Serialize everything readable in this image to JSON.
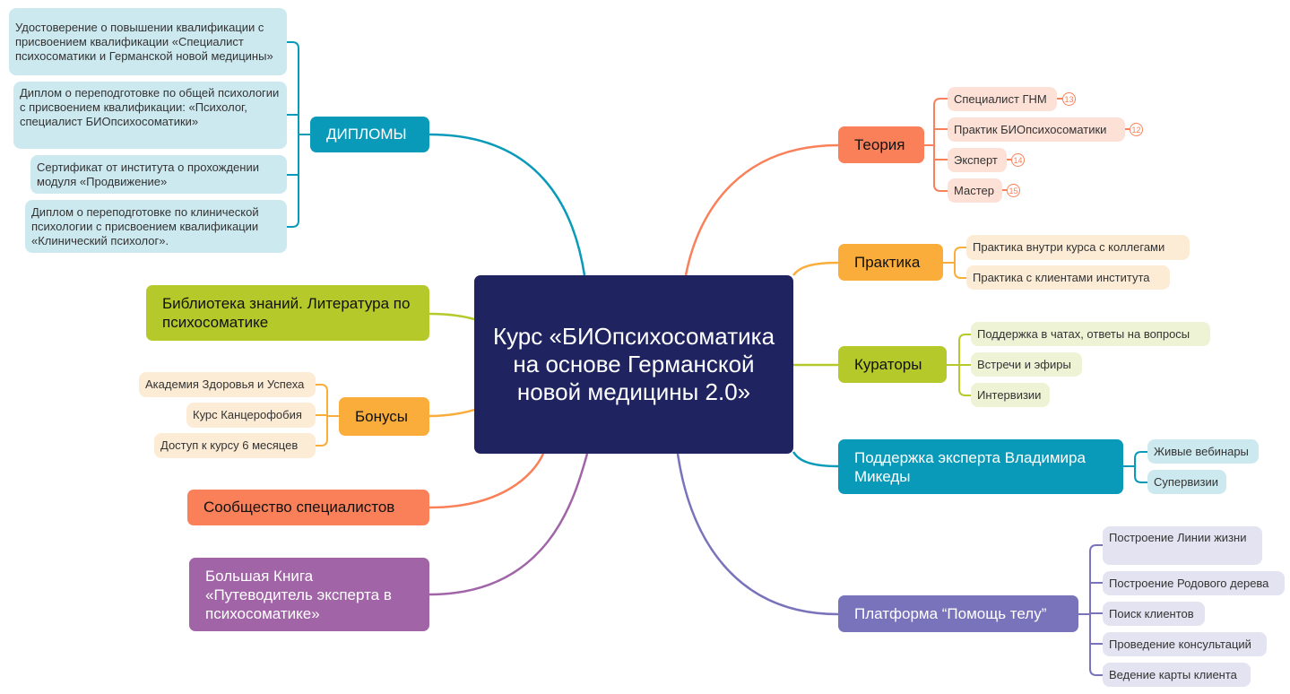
{
  "center": {
    "title": "Курс «БИОпсихосоматика на основе Германской новой медицины 2.0»"
  },
  "colors": {
    "center": "#1f2461",
    "teal": "#0a9ab9",
    "orange": "#f98059",
    "yellow": "#fbad3b",
    "green": "#b5c92a",
    "purple": "#a064a7",
    "violet": "#7873ba"
  },
  "left": {
    "diplomas": {
      "label": "ДИПЛОМЫ",
      "items": [
        "Удостоверение о повышении квалификации с присвоением квалификации «Специалист психосоматики и Германской новой медицины»",
        "Диплом о переподготовке по общей психологии с присвоением квалификации: «Психолог, специалист БИОпсихосоматики»",
        "Сертификат от института о прохождении модуля «Продвижение»",
        "Диплом о переподготовке по клинической психологии с присвоением квалификации «Клинический психолог»."
      ]
    },
    "library": {
      "label": "Библиотека знаний. Литература по психосоматике"
    },
    "bonuses": {
      "label": "Бонусы",
      "items": [
        "Академия Здоровья и Успеха",
        "Курс Канцерофобия",
        "Доступ к курсу 6 месяцев"
      ]
    },
    "community": {
      "label": "Сообщество специалистов"
    },
    "book": {
      "label": "Большая Книга «Путеводитель эксперта в психосоматике»"
    }
  },
  "right": {
    "theory": {
      "label": "Теория",
      "items": [
        {
          "label": "Специалист ГНМ",
          "badge": "13"
        },
        {
          "label": "Практик БИОпсихосоматики",
          "badge": "12"
        },
        {
          "label": "Эксперт",
          "badge": "14"
        },
        {
          "label": "Мастер",
          "badge": "15"
        }
      ]
    },
    "practice": {
      "label": "Практика",
      "items": [
        "Практика внутри курса  с коллегами",
        "Практика с клиентами института"
      ]
    },
    "curators": {
      "label": "Кураторы",
      "items": [
        "Поддержка в чатах, ответы на вопросы",
        "Встречи и эфиры",
        "Интервизии"
      ]
    },
    "expert": {
      "label": "Поддержка эксперта Владимира Микеды",
      "items": [
        "Живые вебинары",
        "Супервизии"
      ]
    },
    "platform": {
      "label": "Платформа “Помощь телу”",
      "items": [
        "Построение Линии жизни",
        "Построение Родового дерева",
        "Поиск клиентов",
        "Проведение консультаций",
        "Ведение карты клиента"
      ]
    }
  }
}
